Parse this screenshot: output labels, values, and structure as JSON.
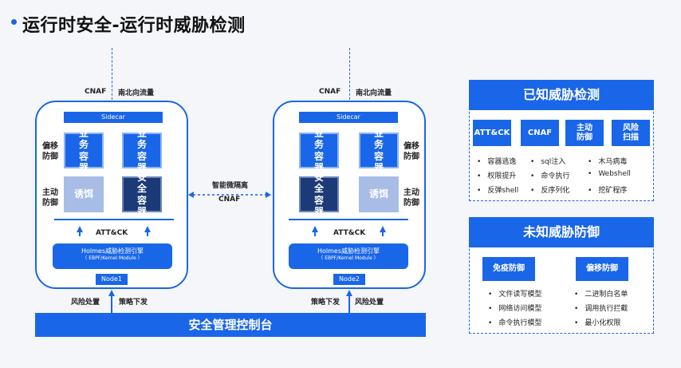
{
  "title": "运行时安全-运行时威胁检测",
  "left_node": {
    "cnaf": "CNAF",
    "traffic": "南北向流量",
    "sidecar": "Sidecar",
    "side_top": "偏移防御",
    "side_mid": "主动防御",
    "container1": "业务容器",
    "container2": "业务容器",
    "bait": "诱饵",
    "secure": "安全容器",
    "attck": "ATT&CK",
    "engine_title": "Holmes威胁检测引擎",
    "engine_sub": "（ EBPF/Kernel Module ）",
    "node": "Node1",
    "risk": "风险处置",
    "policy": "策略下发"
  },
  "right_node": {
    "cnaf": "CNAF",
    "traffic": "南北向流量",
    "sidecar": "Sidecar",
    "side_top": "偏移防御",
    "side_mid": "主动防御",
    "container1": "业务容器",
    "container2": "业务容器",
    "secure": "安全容器",
    "bait": "诱饵",
    "attck": "ATT&CK",
    "engine_title": "Holmes威胁检测引擎",
    "engine_sub": "（ EBPF/Kernel Module ）",
    "node": "Node2",
    "policy": "策略下发",
    "risk": "风险处置"
  },
  "middle": {
    "isolation": "智能微隔离",
    "cnaf": "CNAF"
  },
  "console": "安全管理控制台",
  "known": {
    "title": "已知威胁检测",
    "tags": [
      "ATT&CK",
      "CNAF",
      "主动防御",
      "风险扫描"
    ],
    "items": [
      [
        "容器逃逸",
        "权限提升",
        "反弹shell"
      ],
      [
        "sql注入",
        "命令执行",
        "反序列化"
      ],
      [
        "木马病毒",
        "Webshell",
        "挖矿程序"
      ]
    ]
  },
  "unknown": {
    "title": "未知威胁防御",
    "tags": [
      "免疫防御",
      "偏移防御"
    ],
    "items": [
      [
        "文件读写模型",
        "网络访问模型",
        "命令执行模型"
      ],
      [
        "二进制白名单",
        "调用执行拦截",
        "最小化权限"
      ]
    ]
  }
}
